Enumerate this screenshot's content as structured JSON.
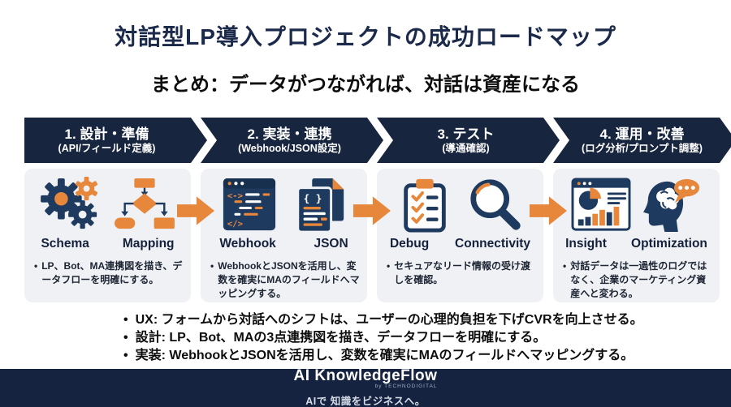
{
  "page": {
    "title": "対話型LP導入プロジェクトの成功ロードマップ",
    "subtitle": "まとめ：データがつながれば、対話は資産になる",
    "bullet_char": "•"
  },
  "steps": [
    {
      "title": "1. 設計・準備",
      "subtitle": "(API/フィールド定義)",
      "icon_left": "gears-icon",
      "icon_right": "flowchart-icon",
      "label_left": "Schema",
      "label_right": "Mapping",
      "note": "LP、Bot、MA連携図を描き、データフローを明確にする。"
    },
    {
      "title": "2. 実装・連携",
      "subtitle": "(Webhook/JSON設定)",
      "icon_left": "browser-code-icon",
      "icon_right": "json-document-icon",
      "label_left": "Webhook",
      "label_right": "JSON",
      "note": "WebhookとJSONを活用し、変数を確実にMAのフィールドへマッピングする。"
    },
    {
      "title": "3. テスト",
      "subtitle": "(導通確認)",
      "icon_left": "checklist-icon",
      "icon_right": "magnifier-icon",
      "label_left": "Debug",
      "label_right": "Connectivity",
      "note": "セキュアなリード情報の受け渡しを確認。"
    },
    {
      "title": "4. 運用・改善",
      "subtitle": "(ログ分析/プロンプト調整)",
      "icon_left": "dashboard-chart-icon",
      "icon_right": "head-brain-chat-icon",
      "label_left": "Insight",
      "label_right": "Optimization",
      "note": "対話データは一過性のログではなく、企業のマーケティング資産へと変わる。"
    }
  ],
  "summary": {
    "bullets": [
      "UX: フォームから対話へのシフトは、ユーザーの心理的負担を下げCVRを向上させる。",
      "設計: LP、Bot、MAの3点連携図を描き、データフローを明確にする。",
      "実装: WebhookとJSONを活用し、変数を確実にMAのフィールドへマッピングする。"
    ]
  },
  "footer": {
    "brand": "AI KnowledgeFlow",
    "byline": "by TECHNODIGITAL",
    "tagline": "AIで 知識をビジネスへ。"
  },
  "colors": {
    "banner_navy": "#18253f",
    "footer_navy": "#162340",
    "icon_navy": "#1f3a5f",
    "accent_orange": "#e6873c",
    "card_bg": "#eff1f4",
    "title_navy": "#1b2a4a"
  }
}
